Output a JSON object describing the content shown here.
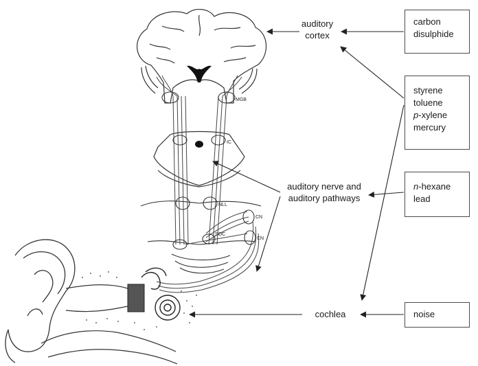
{
  "diagram": {
    "center_labels": {
      "cortex": [
        "auditory",
        "cortex"
      ],
      "nerve": [
        "auditory nerve and",
        "auditory pathways"
      ],
      "cochlea": "cochlea"
    },
    "anatomy_labels": {
      "mgb": "MGB",
      "ic": "IC",
      "nll": "NLL",
      "cn": "CN",
      "soc": "SOC",
      "cn2": "CN"
    },
    "agent_boxes": {
      "box1": {
        "lines": [
          "carbon",
          "disulphide"
        ]
      },
      "box2": {
        "line1": "styrene",
        "line2": "toluene",
        "line3_italic": "p",
        "line3_rest": "-xylene",
        "line4": "mercury"
      },
      "box3": {
        "line1_italic": "n",
        "line1_rest": "-hexane",
        "line2": "lead"
      },
      "box4": {
        "lines": [
          "noise"
        ]
      }
    }
  }
}
